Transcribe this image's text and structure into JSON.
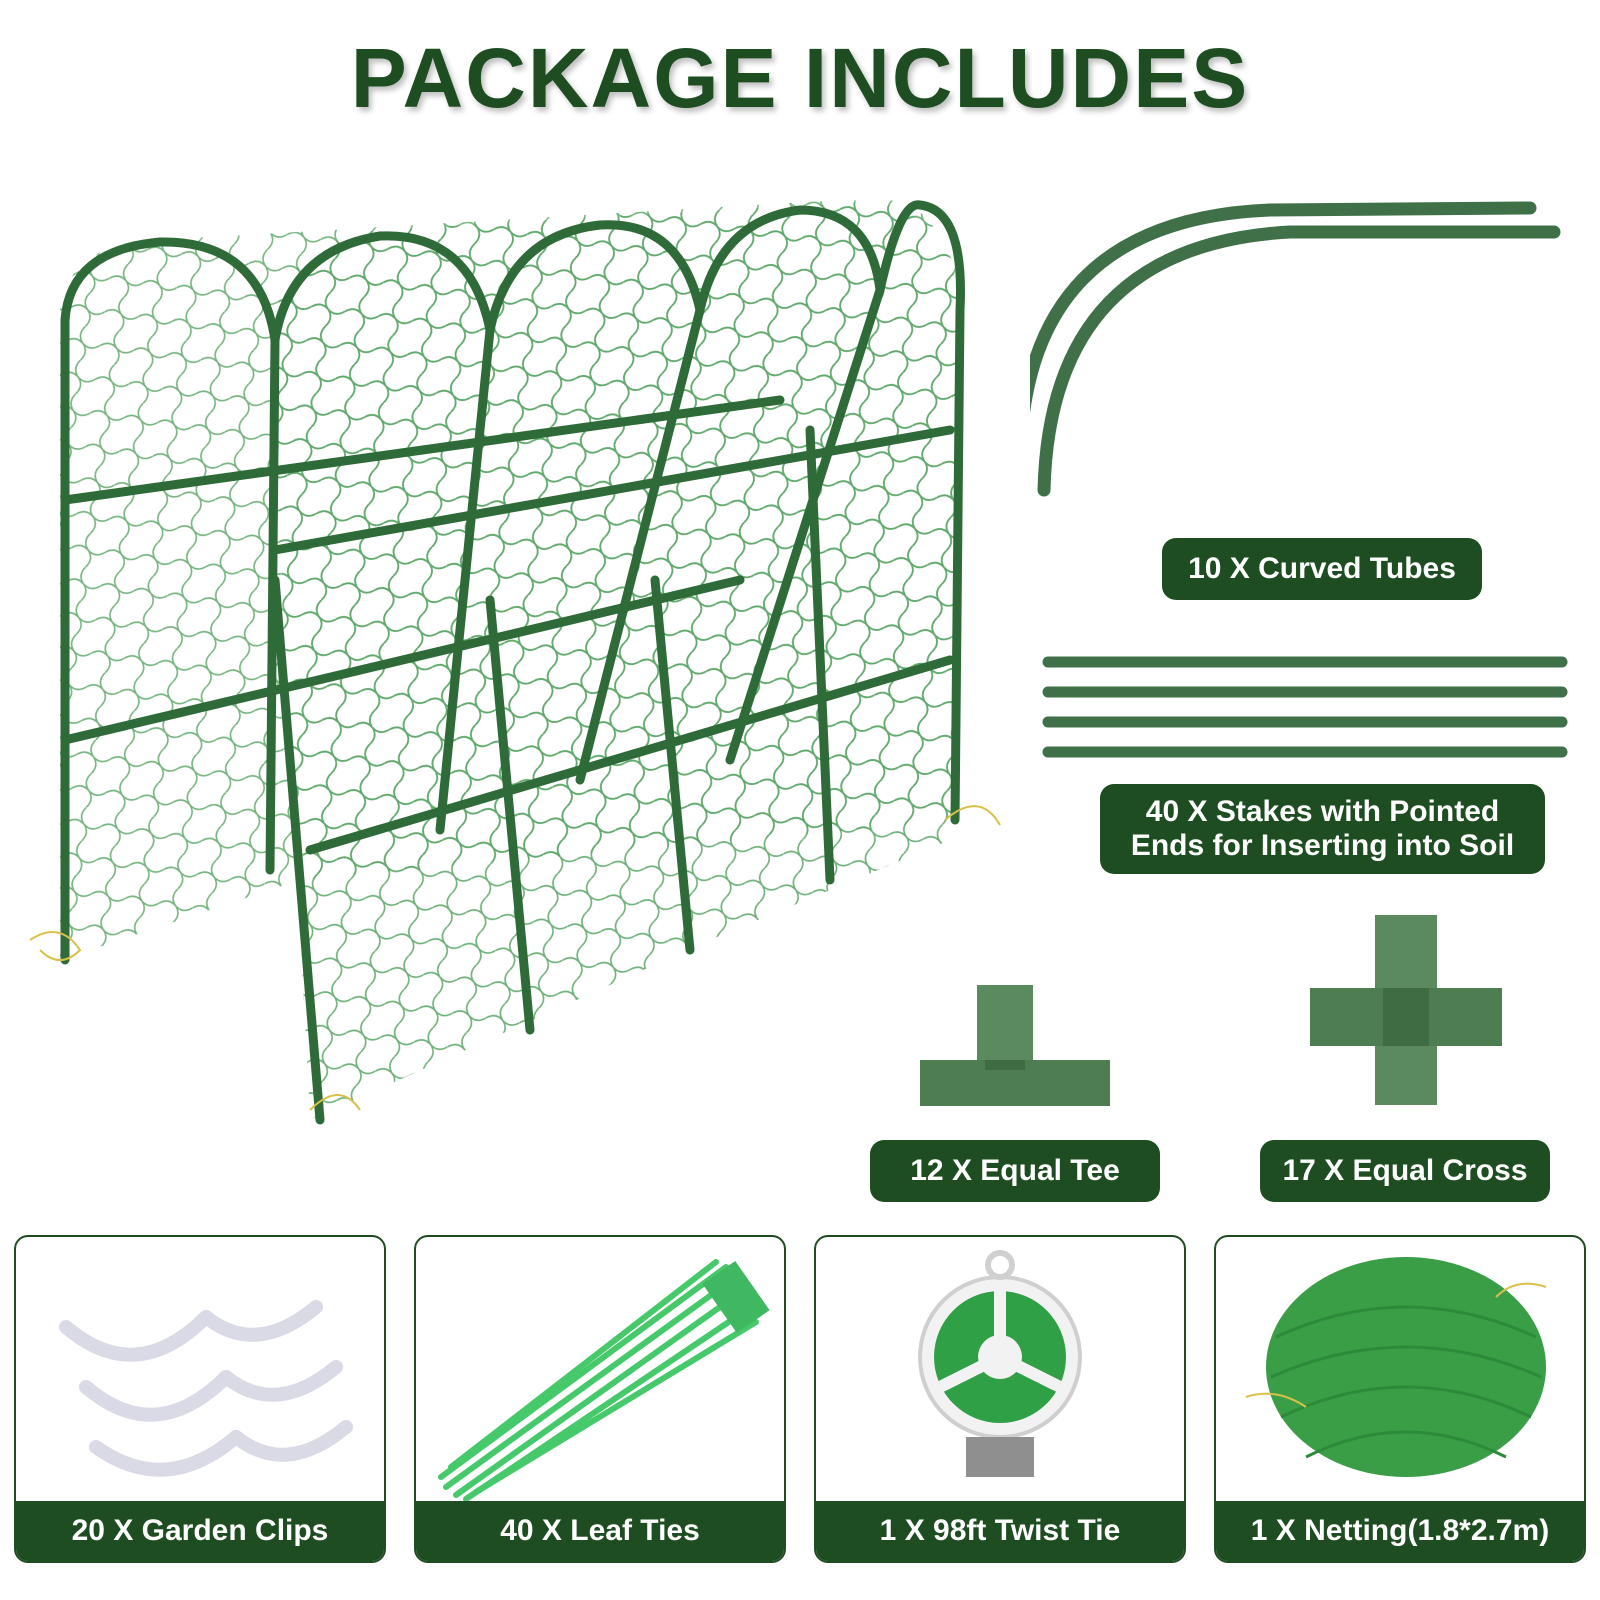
{
  "title": "PACKAGE INCLUDES",
  "labels": {
    "curved_tubes": "10 X Curved Tubes",
    "stakes_line1": "40 X Stakes with Pointed",
    "stakes_line2": "Ends for Inserting into Soil",
    "equal_tee": "12 X Equal Tee",
    "equal_cross": "17 X Equal Cross"
  },
  "cards": [
    {
      "label": "20 X Garden Clips",
      "icon": "garden-clips"
    },
    {
      "label": "40 X Leaf Ties",
      "icon": "leaf-ties"
    },
    {
      "label": "1 X 98ft Twist Tie",
      "icon": "twist-tie-reel"
    },
    {
      "label": "1 X Netting(1.8*2.7m)",
      "icon": "netting-bundle"
    }
  ],
  "colors": {
    "dark_green": "#1f4d22",
    "part_green": "#4f7d52",
    "net_green": "#3aa84a"
  }
}
